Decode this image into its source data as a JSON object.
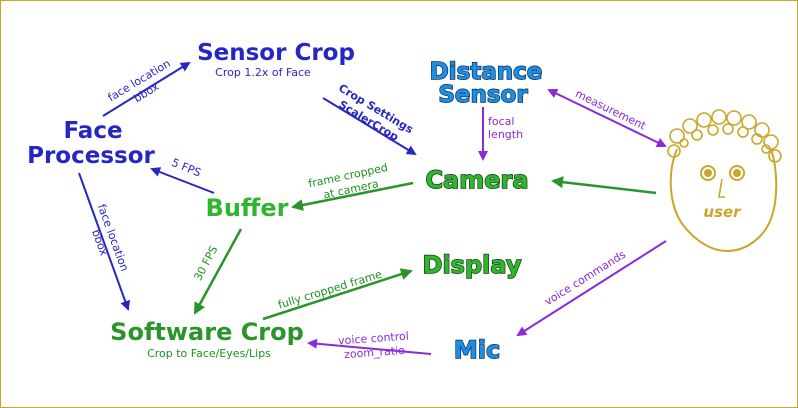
{
  "colors": {
    "navy": "#2626c4",
    "green": "#2a962a",
    "bright_green": "#2fb52f",
    "sky": "#1e8fe0",
    "purple": "#8a2ad8",
    "gold": "#c9a72c",
    "text_green": "#1f8f1f"
  },
  "nodes": {
    "sensor_crop": {
      "title": "Sensor Crop",
      "subtitle": "Crop 1.2x of Face"
    },
    "face_processor": {
      "line1": "Face",
      "line2": "Processor"
    },
    "buffer": {
      "title": "Buffer"
    },
    "software_crop": {
      "title": "Software Crop",
      "subtitle": "Crop to Face/Eyes/Lips"
    },
    "distance_sensor": {
      "line1": "Distance",
      "line2": "Sensor"
    },
    "camera": {
      "title": "Camera"
    },
    "display": {
      "title": "Display"
    },
    "mic": {
      "title": "Mic"
    },
    "user": {
      "label": "user"
    }
  },
  "edges": {
    "face_to_sensor": {
      "line1": "face location",
      "line2": "bbox"
    },
    "sensor_to_camera": {
      "line1": "Crop Settings",
      "line2": "ScalerCrop"
    },
    "buffer_to_face": {
      "label": "5 FPS"
    },
    "face_to_software": {
      "line1": "face location",
      "line2": "bbox"
    },
    "camera_to_buffer": {
      "line1": "frame cropped",
      "line2": "at camera"
    },
    "buffer_to_software": {
      "label": "30 FPS"
    },
    "software_to_display": {
      "label": "fully cropped frame"
    },
    "distance_to_camera": {
      "line1": "focal",
      "line2": "length"
    },
    "user_distance": {
      "label": "measurement"
    },
    "user_to_mic": {
      "label": "voice commands"
    },
    "mic_to_software": {
      "line1": "voice control",
      "line2": "zoom_ratio"
    }
  }
}
